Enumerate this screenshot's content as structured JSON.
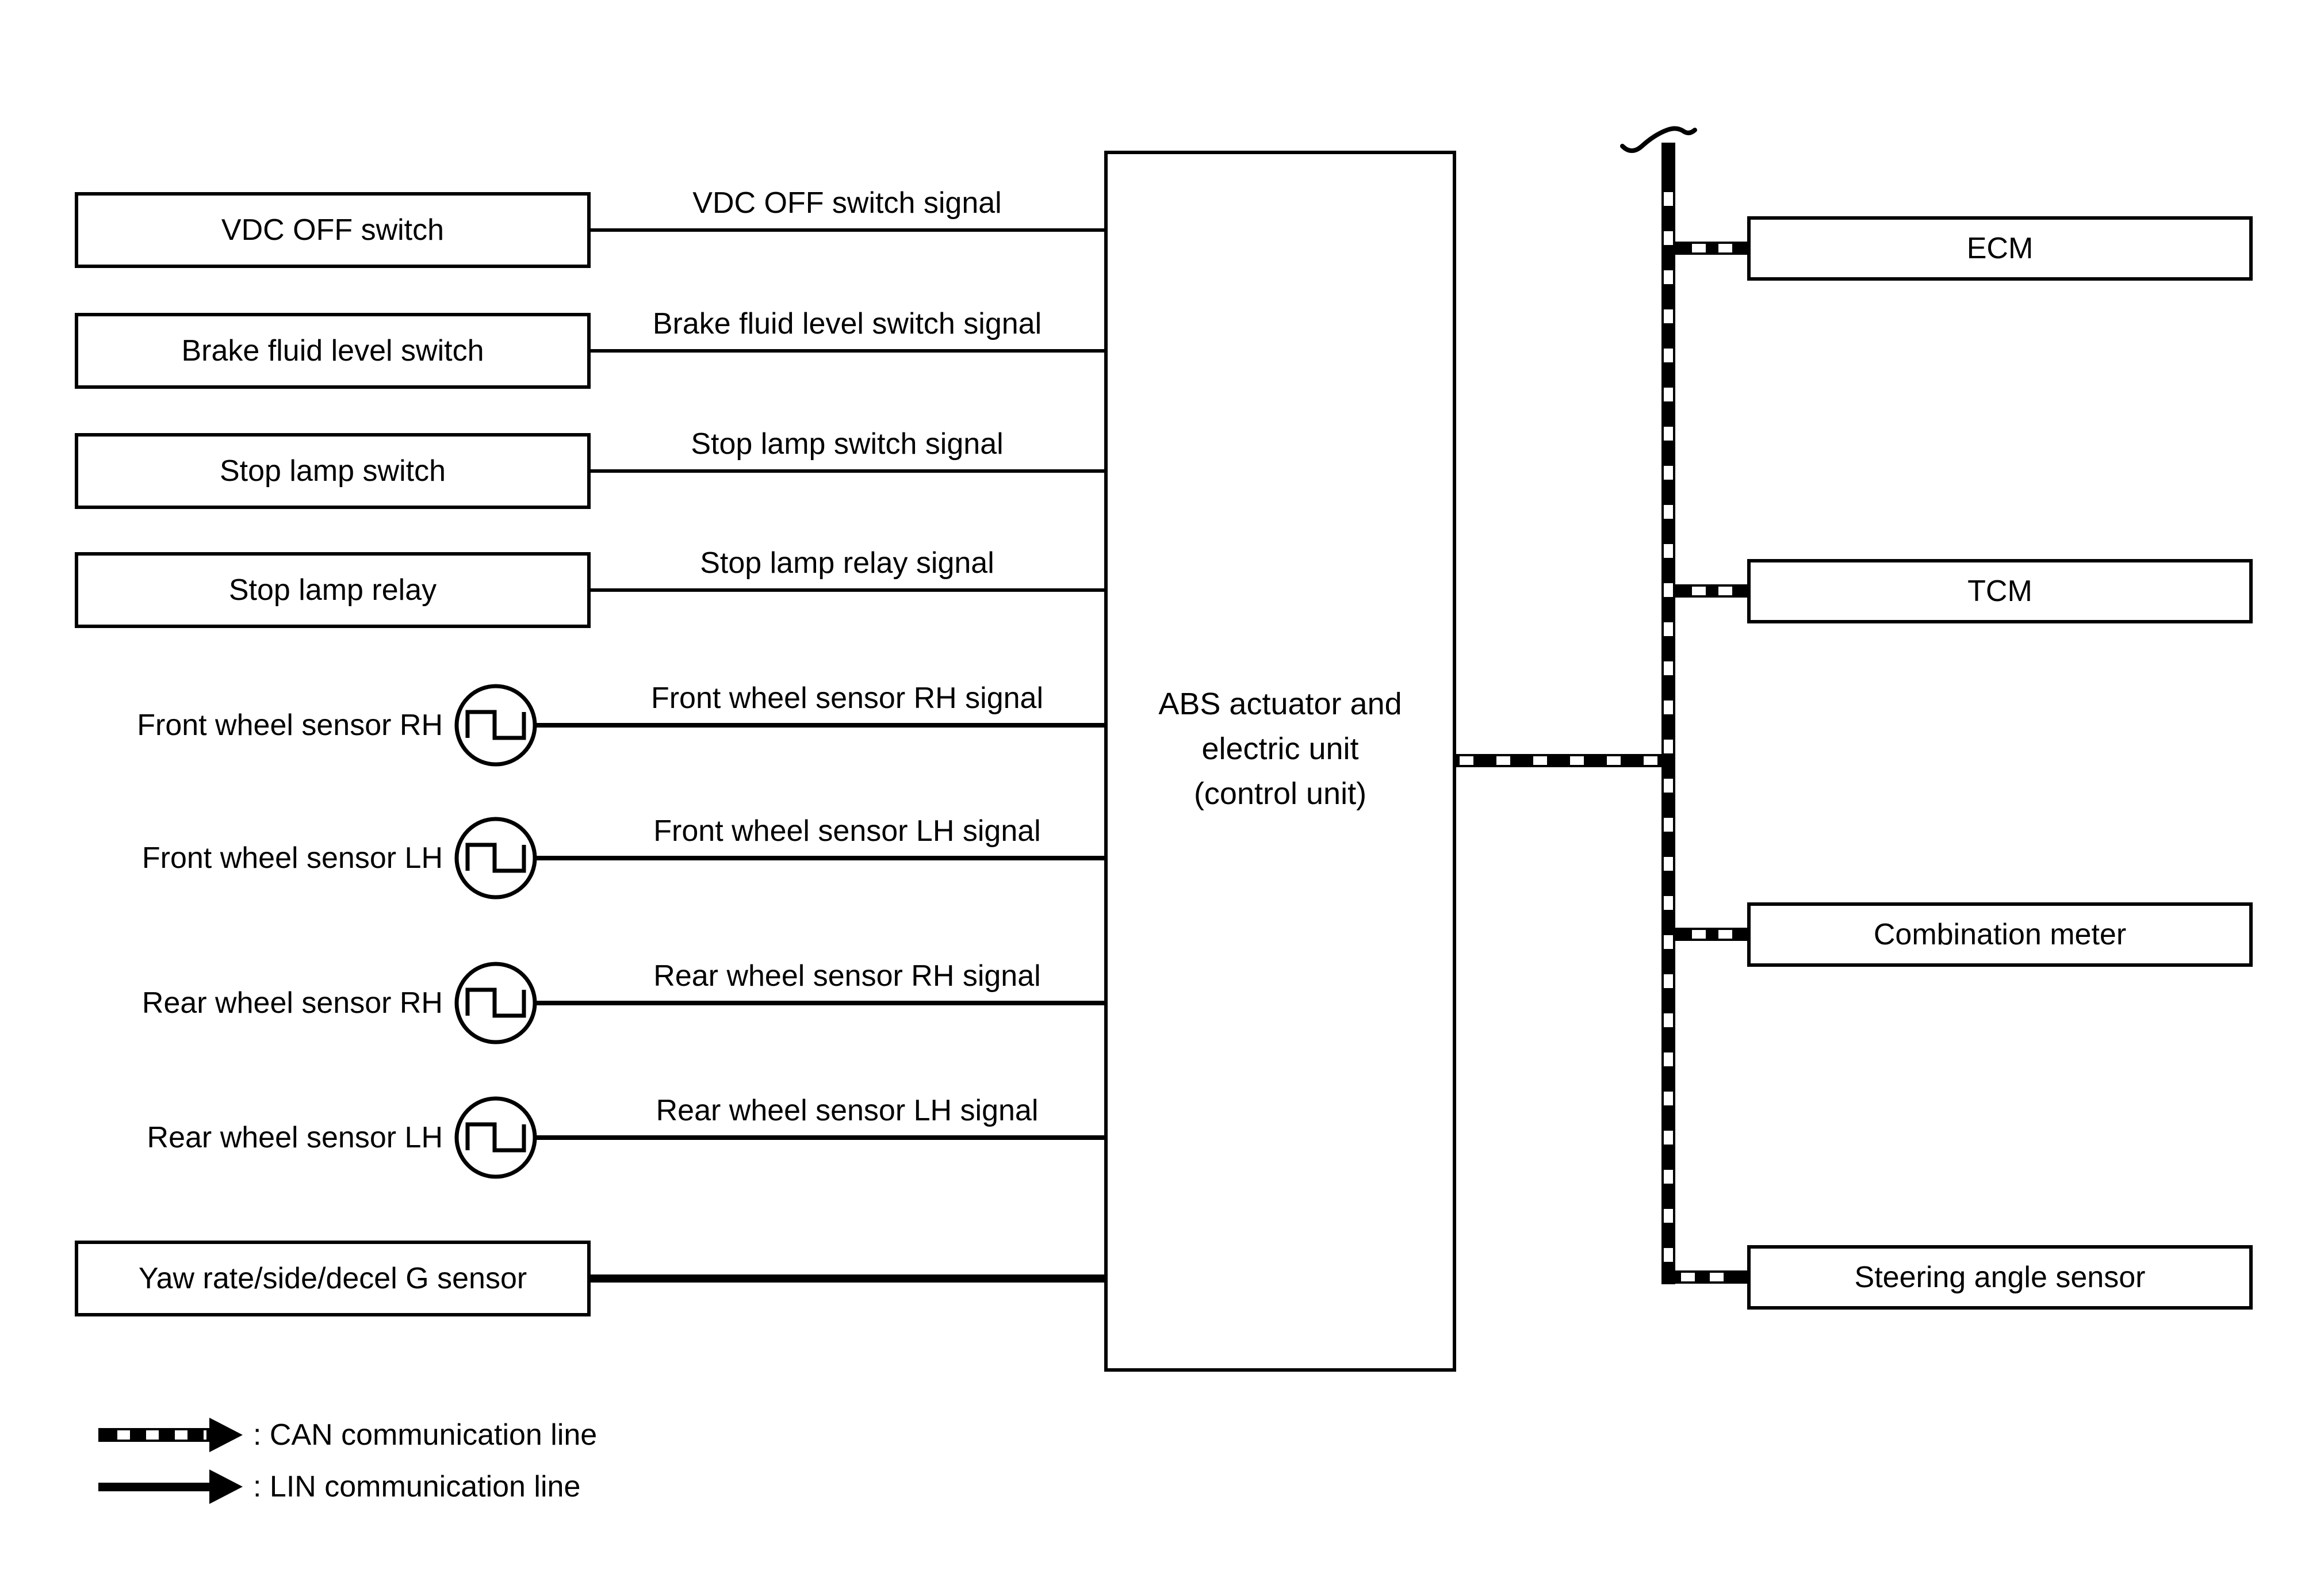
{
  "diagram": {
    "left_nodes": [
      {
        "label": "VDC OFF switch",
        "signal": "VDC OFF switch signal"
      },
      {
        "label": "Brake fluid level switch",
        "signal": "Brake fluid level switch signal"
      },
      {
        "label": "Stop lamp switch",
        "signal": "Stop lamp switch signal"
      },
      {
        "label": "Stop lamp relay",
        "signal": "Stop lamp relay signal"
      }
    ],
    "sensor_nodes": [
      {
        "label": "Front wheel sensor RH",
        "signal": "Front wheel sensor RH signal"
      },
      {
        "label": "Front wheel sensor LH",
        "signal": "Front wheel sensor LH signal"
      },
      {
        "label": "Rear wheel sensor RH",
        "signal": "Rear wheel sensor RH signal"
      },
      {
        "label": "Rear wheel sensor LH",
        "signal": "Rear wheel sensor LH signal"
      }
    ],
    "lin_node": {
      "label": "Yaw rate/side/decel G sensor"
    },
    "center_unit": {
      "line1": "ABS actuator and",
      "line2": "electric unit",
      "line3": "(control unit)"
    },
    "right_nodes": [
      {
        "label": "ECM"
      },
      {
        "label": "TCM"
      },
      {
        "label": "Combination meter"
      },
      {
        "label": "Steering angle sensor"
      }
    ],
    "legend": {
      "can_label": ": CAN communication line",
      "lin_label": ": LIN communication line"
    },
    "colors": {
      "ink": "#000000",
      "background": "#ffffff"
    }
  }
}
